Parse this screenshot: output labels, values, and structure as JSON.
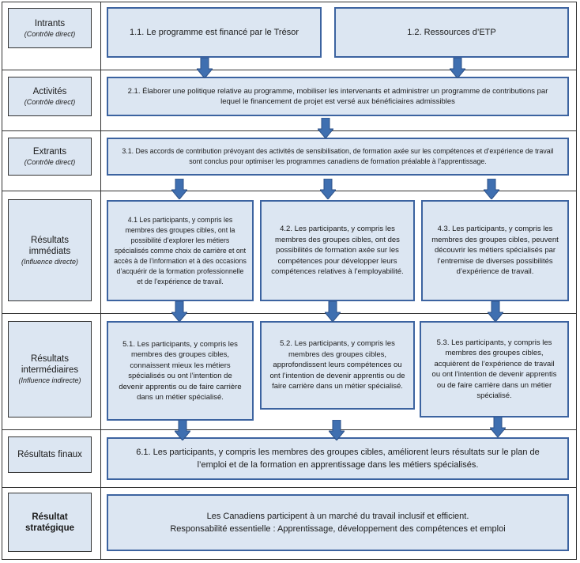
{
  "rows": {
    "inputs": {
      "label": "Intrants",
      "sub": "(Contrôle direct)"
    },
    "activities": {
      "label": "Activités",
      "sub": "(Contrôle direct)"
    },
    "outputs": {
      "label": "Extrants",
      "sub": "(Contrôle direct)"
    },
    "immediate": {
      "label": "Résultats immédiats",
      "sub": "(Influence directe)"
    },
    "intermediate": {
      "label": "Résultats intermédiaires",
      "sub": "(Influence indirecte)"
    },
    "final": {
      "label": "Résultats finaux"
    },
    "strategic": {
      "label": "Résultat stratégique"
    }
  },
  "boxes": {
    "b11": "1.1. Le programme est financé par le Trésor",
    "b12": "1.2. Ressources d’ETP",
    "b21": "2.1. Élaborer une politique relative au programme, mobiliser les intervenants et administrer un programme de contributions par lequel le financement de projet est versé aux bénéficiaires admissibles",
    "b31": "3.1. Des accords de contribution prévoyant des activités de sensibilisation, de formation axée sur les compétences et d’expérience de travail sont conclus pour optimiser les programmes canadiens de formation préalable à l’apprentissage.",
    "b41": "4.1 Les participants, y compris les membres des groupes cibles, ont la possibilité d’explorer les métiers spécialisés comme choix de carrière et ont accès à de l’information et à des occasions d’acquérir de la formation professionnelle et de l’expérience de travail.",
    "b42": "4.2. Les participants, y compris les membres des groupes cibles, ont des possibilités de formation axée sur les compétences pour développer leurs compétences relatives à l’employabilité.",
    "b43": "4.3. Les participants, y compris les membres des groupes cibles, peuvent découvrir les métiers spécialisés par l’entremise de diverses possibilités d’expérience de travail.",
    "b51": "5.1. Les participants, y compris les membres des groupes cibles, connaissent mieux les métiers spécialisés ou ont l’intention de devenir apprentis ou de faire carrière dans un métier spécialisé.",
    "b52": "5.2. Les participants, y compris les membres des groupes cibles, approfondissent leurs compétences ou ont l’intention de devenir apprentis ou de faire carrière dans un métier spécialisé.",
    "b53": "5.3. Les participants, y compris les membres des groupes cibles, acquièrent de l’expérience de travail ou ont l’intention de devenir apprentis ou de faire carrière dans un métier spécialisé.",
    "b61": "6.1. Les participants, y compris les membres des groupes cibles, améliorent leurs résultats sur le plan de l’emploi et de la formation en apprentissage dans les métiers spécialisés.",
    "strategic_line1": "Les Canadiens participent à un marché du travail inclusif et efficient.",
    "strategic_line2": "Responsabilité essentielle : Apprentissage, développement des compétences et emploi"
  },
  "colors": {
    "box_fill": "#dce6f2",
    "box_border": "#3c63a0",
    "arrow": "#3f6fb0"
  }
}
